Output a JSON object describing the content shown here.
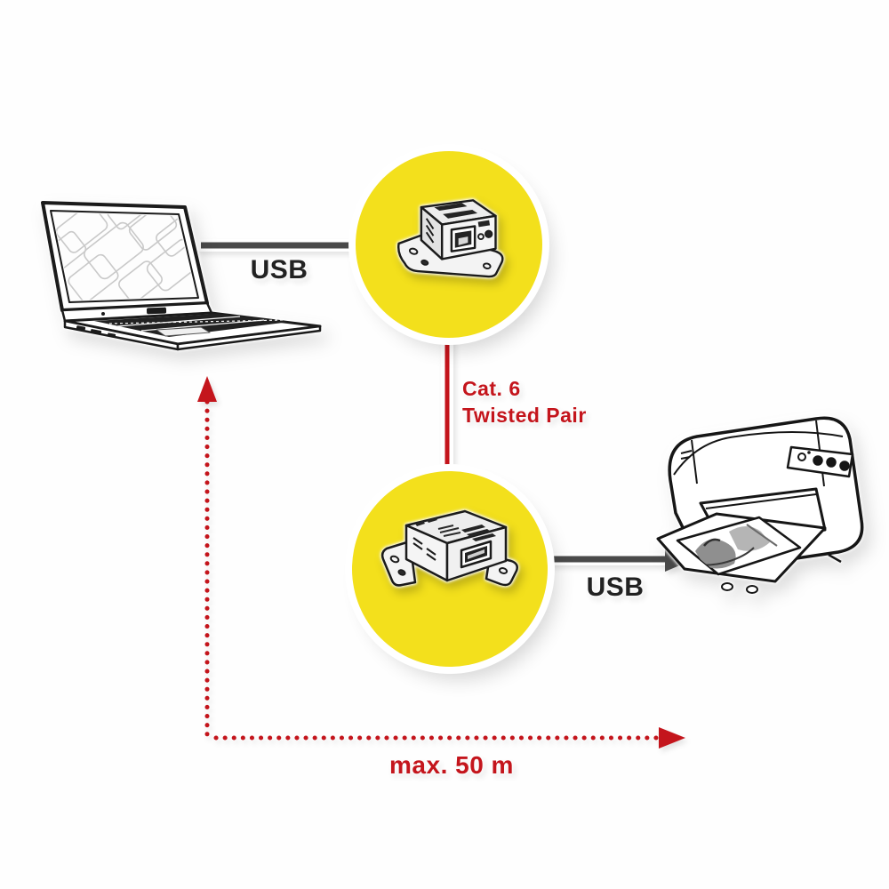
{
  "diagram": {
    "colors": {
      "accent_red": "#c4151c",
      "circle_yellow": "#f3e01c",
      "connector_gray": "#4a4a4a",
      "label_ink": "#222222",
      "sketch_ink": "#1b1b1b",
      "background": "#fefefe"
    },
    "labels": {
      "usb_top": "USB",
      "usb_bottom": "USB",
      "cable_type_line1": "Cat. 6",
      "cable_type_line2": "Twisted Pair",
      "max_distance": "max. 50 m"
    },
    "icons": {
      "laptop": "laptop-line-art",
      "extender_top": "usb-extender-unit-rj45",
      "extender_bottom": "usb-extender-unit-usb-a",
      "printer": "inkjet-printer-line-art",
      "arrow_up": "dotted-arrow-up",
      "arrow_right": "dotted-arrow-right"
    }
  }
}
